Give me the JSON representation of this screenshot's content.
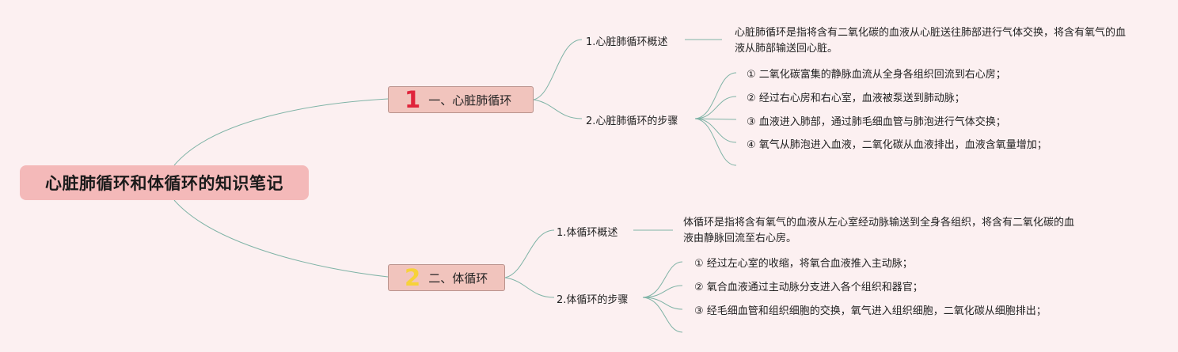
{
  "title": "心脏肺循环和体循环的知识笔记",
  "colors": {
    "background": "#fcf0f1",
    "root_fill": "#f4b9b9",
    "branch_fill": "#f1c4bd",
    "connector": "#7fb3a6",
    "num1": "#e0243b",
    "num2": "#f7d23a"
  },
  "branches": [
    {
      "number": "1",
      "label": "一、心脏肺循环",
      "overview": {
        "label": "1.心脏肺循环概述",
        "text": "心脏肺循环是指将含有二氧化碳的血液从心脏送往肺部进行气体交换，将含有氧气的血液从肺部输送回心脏。"
      },
      "steps": {
        "label": "2.心脏肺循环的步骤",
        "items": [
          "① 二氧化碳富集的静脉血流从全身各组织回流到右心房；",
          "② 经过右心房和右心室，血液被泵送到肺动脉；",
          "③ 血液进入肺部，通过肺毛细血管与肺泡进行气体交换；",
          "④ 氧气从肺泡进入血液，二氧化碳从血液排出，血液含氧量增加；"
        ]
      }
    },
    {
      "number": "2",
      "label": "二、体循环",
      "overview": {
        "label": "1.体循环概述",
        "text": "体循环是指将含有氧气的血液从左心室经动脉输送到全身各组织，将含有二氧化碳的血液由静脉回流至右心房。"
      },
      "steps": {
        "label": "2.体循环的步骤",
        "items": [
          "① 经过左心室的收缩，将氧合血液推入主动脉；",
          "② 氧合血液通过主动脉分支进入各个组织和器官；",
          "③ 经毛细血管和组织细胞的交换，氧气进入组织细胞，二氧化碳从细胞排出；"
        ]
      }
    }
  ]
}
